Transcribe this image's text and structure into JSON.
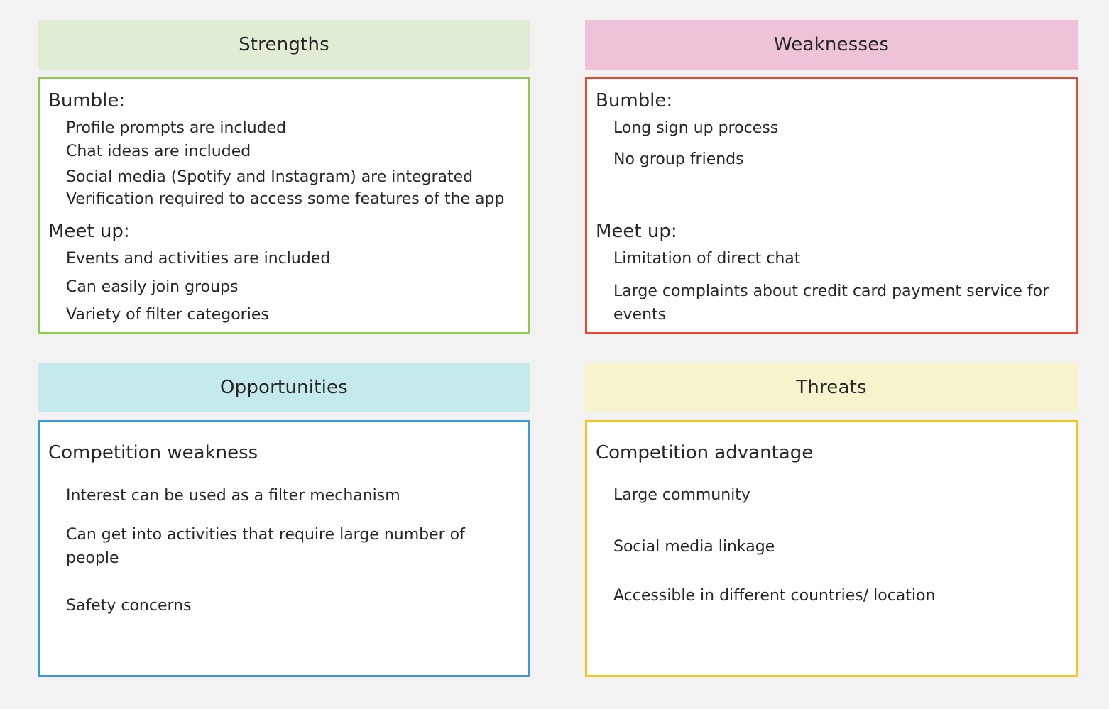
{
  "colors": {
    "strengths_header": "#e1ecd4",
    "strengths_border": "#8dcb4f",
    "weaknesses_header": "#efc3d7",
    "weaknesses_border": "#e64a33",
    "opportunities_header": "#c4eaeb",
    "opportunities_border": "#3b99e0",
    "threats_header": "#f6f3cd",
    "threats_border": "#f4c521",
    "canvas": "#f2f2f2"
  },
  "strengths": {
    "title": "Strengths",
    "sections": [
      {
        "heading": "Bumble:",
        "items": [
          "Profile prompts are included",
          "Chat ideas are included",
          "Social media (Spotify and Instagram) are integrated",
          "Verification required to access some features of the app"
        ]
      },
      {
        "heading": "Meet up:",
        "items": [
          "Events and activities are included",
          "Can easily join groups",
          "Variety of filter categories"
        ]
      }
    ]
  },
  "weaknesses": {
    "title": "Weaknesses",
    "sections": [
      {
        "heading": "Bumble:",
        "items": [
          "Long sign up process",
          "No group friends"
        ]
      },
      {
        "heading": "Meet up:",
        "items": [
          "Limitation of direct chat",
          "Large complaints about credit card payment service for events"
        ]
      }
    ]
  },
  "opportunities": {
    "title": "Opportunities",
    "sections": [
      {
        "heading": "Competition weakness",
        "items": [
          "Interest can be used as a filter mechanism",
          "Can get into activities that require large number of people",
          "Safety concerns"
        ]
      }
    ]
  },
  "threats": {
    "title": "Threats",
    "sections": [
      {
        "heading": "Competition advantage",
        "items": [
          "Large community",
          "Social media linkage",
          "Accessible in different countries/ location"
        ]
      }
    ]
  }
}
